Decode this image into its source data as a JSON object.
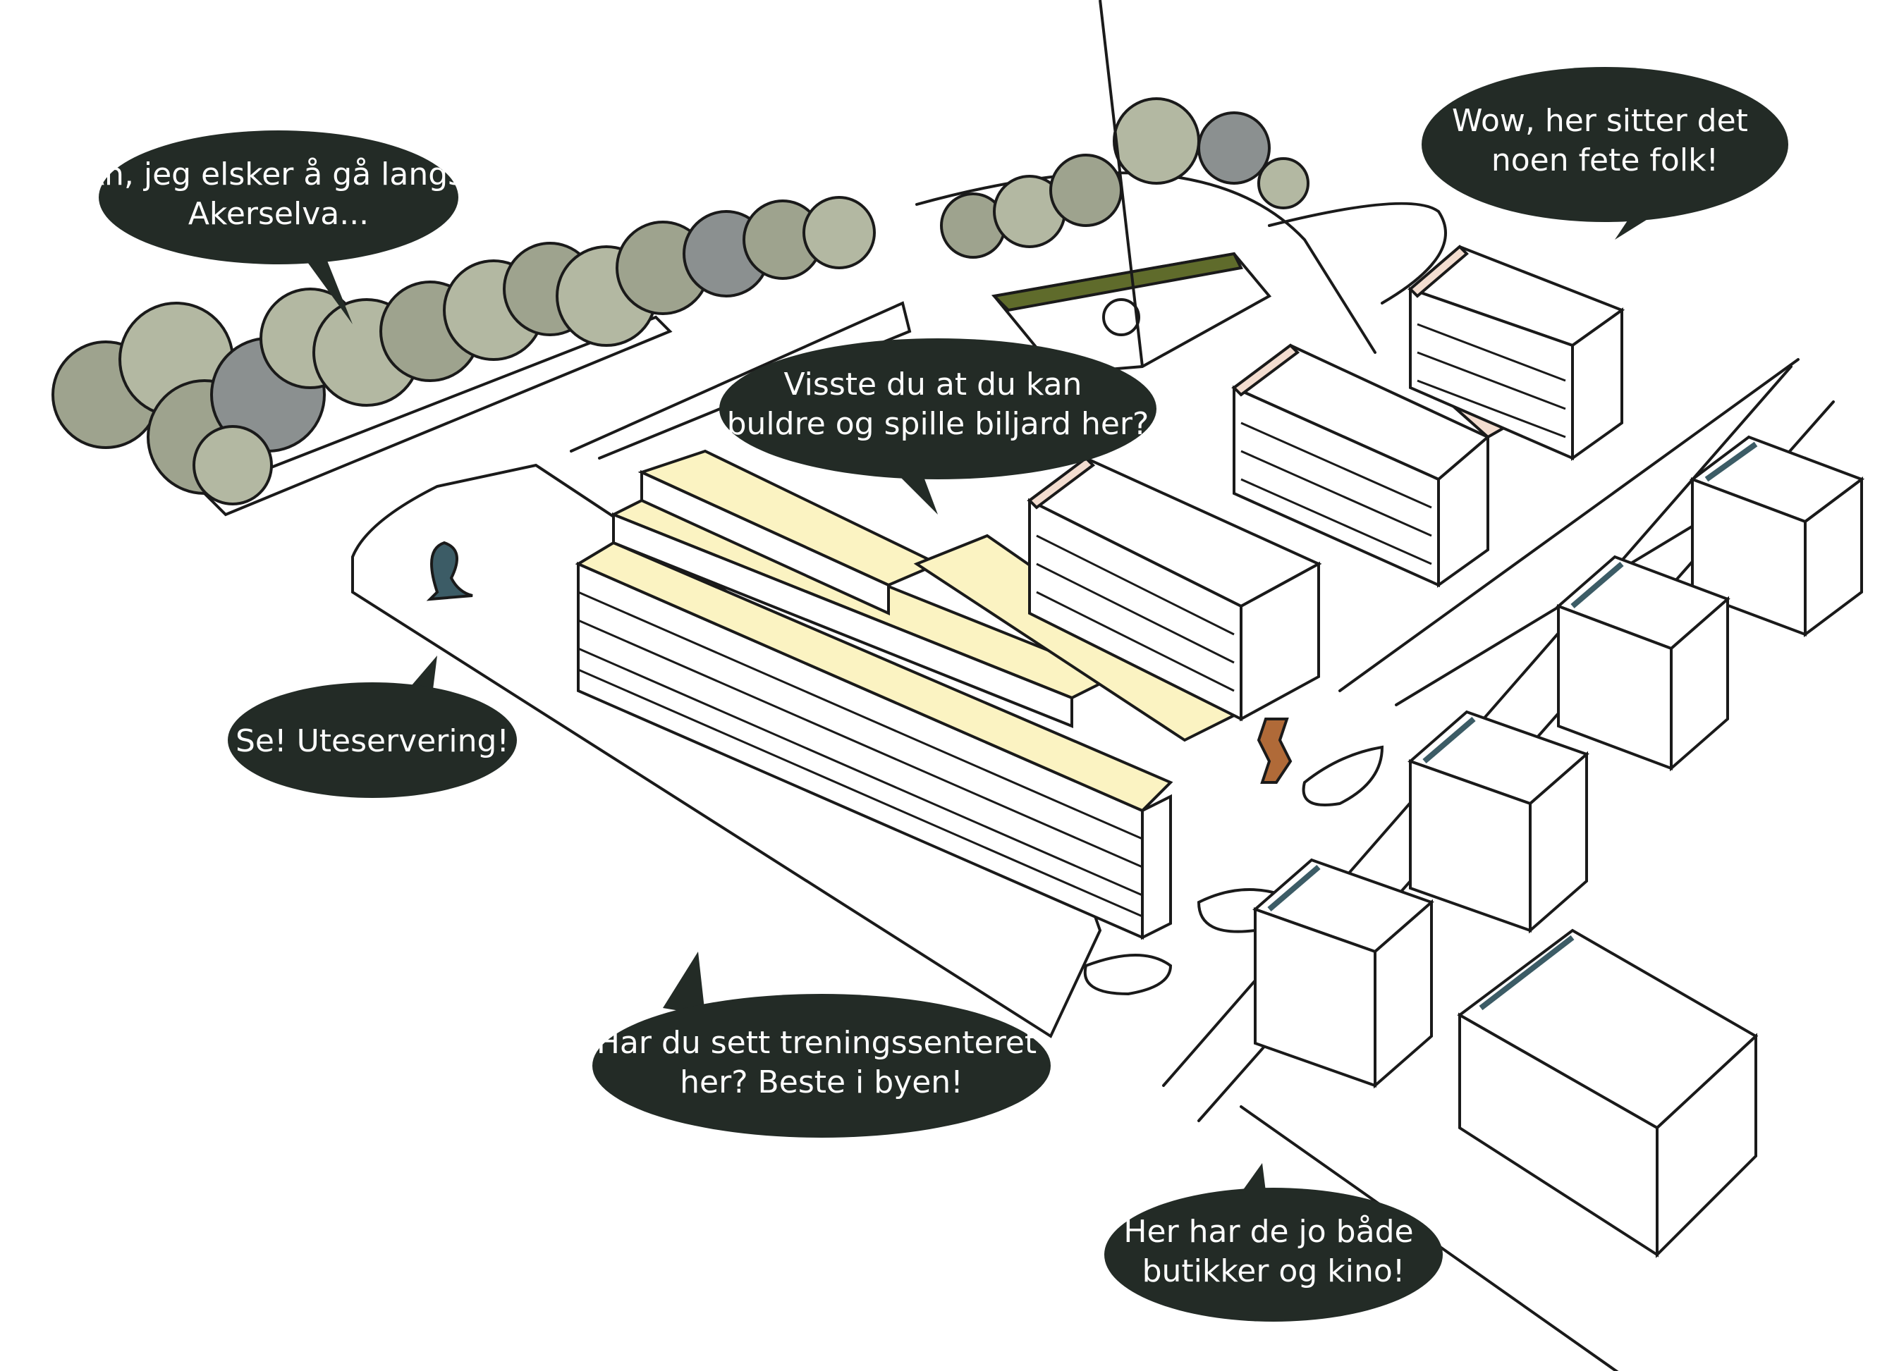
{
  "colors": {
    "bubble": "#232b26",
    "bubble_text": "#ffffff",
    "line": "#1a1a1a",
    "tree_light": "#b3b8a2",
    "tree_mid": "#9ea38e",
    "tree_dark": "#8b9090",
    "roof_yellow": "#fbf3c2",
    "roof_pink": "#f3ddd0",
    "field_green": "#5f6b2b",
    "accent_teal": "#3c5c66",
    "sculpture_bronze": "#b06a38"
  },
  "bubbles": [
    {
      "id": "akerselva",
      "lines": [
        "Ah, jeg elsker å gå langs",
        "Akerselva..."
      ]
    },
    {
      "id": "folk",
      "lines": [
        "Wow, her sitter det",
        "noen fete folk!"
      ]
    },
    {
      "id": "buldre",
      "lines": [
        "Visste du at du kan",
        "buldre og spille biljard her?"
      ]
    },
    {
      "id": "uteservering",
      "lines": [
        "Se! Uteservering!"
      ]
    },
    {
      "id": "trening",
      "lines": [
        "Har du sett treningssenteret",
        "her? Beste i byen!"
      ]
    },
    {
      "id": "butikker",
      "lines": [
        "Her har de jo både",
        "butikker og kino!"
      ]
    }
  ]
}
